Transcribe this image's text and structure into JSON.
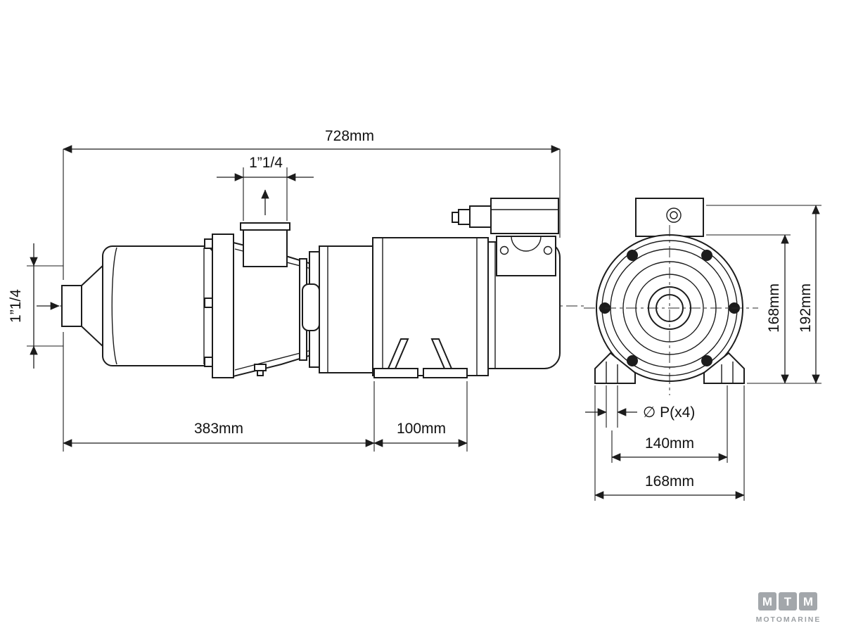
{
  "drawing": {
    "type": "technical-drawing",
    "subject": "marine water pump with electric motor, side view and front view",
    "dims": {
      "overall_length": "728mm",
      "top_port_size": "1”1/4",
      "inlet_port_size": "1”1/4",
      "pump_section_length": "383mm",
      "foot_length": "100mm",
      "body_diameter": "168mm",
      "overall_height": "192mm",
      "mounting_holes": "∅ P(x4)",
      "hole_spacing": "140mm",
      "base_width": "168mm"
    },
    "colors": {
      "line": "#1c1c1c",
      "background": "#ffffff",
      "logo_gray": "#9ca0a4"
    }
  },
  "logo": {
    "letters": [
      "M",
      "T",
      "M"
    ],
    "name": "MOTOMARINE"
  }
}
